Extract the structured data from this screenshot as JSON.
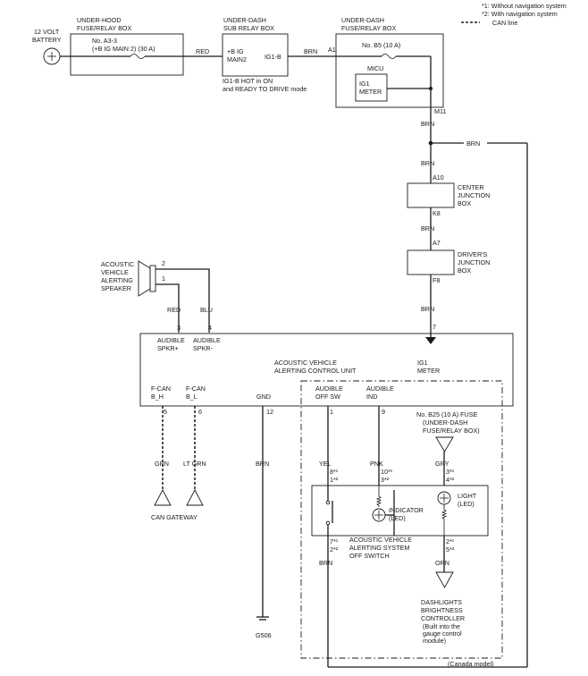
{
  "legend": {
    "note1": "*1: Without navigation system",
    "note2": "*2: With navigation system",
    "can_line": "CAN line"
  },
  "battery": {
    "line1": "12 VOLT",
    "line2": "BATTERY"
  },
  "underhood_box": {
    "title1": "UNDER-HOOD",
    "title2": "FUSE/RELAY BOX",
    "fuse1": "No. A3-3",
    "fuse2": "(+B IG MAIN 2) (30 A)"
  },
  "sub_relay_box": {
    "title1": "UNDER-DASH",
    "title2": "SUB RELAY BOX",
    "in1": "+B IG",
    "in2": "MAIN2",
    "out": "IG1-B",
    "note1": "IG1-B HOT in ON",
    "note2": "and READY TO DRIVE mode"
  },
  "underdash_box": {
    "title1": "UNDER-DASH",
    "title2": "FUSE/RELAY BOX",
    "pin_in": "A1",
    "fuse": "No. B5 (10 A)",
    "micu": "MICU",
    "ig1_1": "IG1",
    "ig1_2": "METER",
    "pin_out": "M11"
  },
  "wires": {
    "red": "RED",
    "brn": "BRN",
    "blu": "BLU",
    "grn": "GRN",
    "lt_grn": "LT GRN",
    "yel": "YEL",
    "pnk": "PNK",
    "gry": "GRY",
    "orn": "ORN"
  },
  "center_jb": {
    "l1": "CENTER",
    "l2": "JUNCTION",
    "l3": "BOX",
    "pin_top": "A10",
    "pin_bottom": "K8"
  },
  "drivers_jb": {
    "l1": "DRIVER'S",
    "l2": "JUNCTION",
    "l3": "BOX",
    "pin_top": "A7",
    "pin_bottom": "F8"
  },
  "speaker": {
    "l1": "ACOUSTIC",
    "l2": "VEHICLE",
    "l3": "ALERTING",
    "l4": "SPEAKER",
    "pin2": "2",
    "pin1": "1"
  },
  "control_unit": {
    "title1": "ACOUSTIC VEHICLE",
    "title2": "ALERTING CONTROL UNIT",
    "p3": "3",
    "p4": "4",
    "p7": "7",
    "spkr_p1": "AUDIBLE",
    "spkr_p2": "SPKR+",
    "spkr_m1": "AUDIBLE",
    "spkr_m2": "SPKR-",
    "ig1_1": "IG1",
    "ig1_2": "METER",
    "fcan_h1": "F-CAN",
    "fcan_h2": "B_H",
    "fcan_l1": "F-CAN",
    "fcan_l2": "B_L",
    "gnd": "GND",
    "offsw1": "AUDIBLE",
    "offsw2": "OFF SW",
    "ind1": "AUDIBLE",
    "ind2": "IND",
    "p5": "5",
    "p6": "6",
    "p12": "12",
    "p1": "1",
    "p9": "9"
  },
  "can_gateway": "CAN GATEWAY",
  "ground": "G506",
  "b25_fuse": {
    "l1": "No. B25 (10 A) FUSE",
    "l2": "(UNDER-DASH",
    "l3": "FUSE/RELAY BOX)"
  },
  "off_switch": {
    "l1": "ACOUSTIC VEHICLE",
    "l2": "ALERTING SYSTEM",
    "l3": "OFF SWITCH",
    "indicator1": "INDICATOR",
    "indicator2": "(LED)",
    "light1": "LIGHT",
    "light2": "(LED)",
    "yel_pin1": "8*¹",
    "yel_pin2": "1*²",
    "pnk_pin1": "10*¹",
    "pnk_pin2": "3*²",
    "gry_pin1": "3*¹",
    "gry_pin2": "4*²",
    "brn_pin1": "7*¹",
    "brn_pin2": "2*²",
    "orn_pin1": "2*¹",
    "orn_pin2": "5*²"
  },
  "dashlights": {
    "l1": "DASHLIGHTS",
    "l2": "BRIGHTNESS",
    "l3": "CONTROLLER",
    "l4": "(Built into the",
    "l5": "gauge control",
    "l6": "module)"
  },
  "canada_model": "(Canada model)"
}
